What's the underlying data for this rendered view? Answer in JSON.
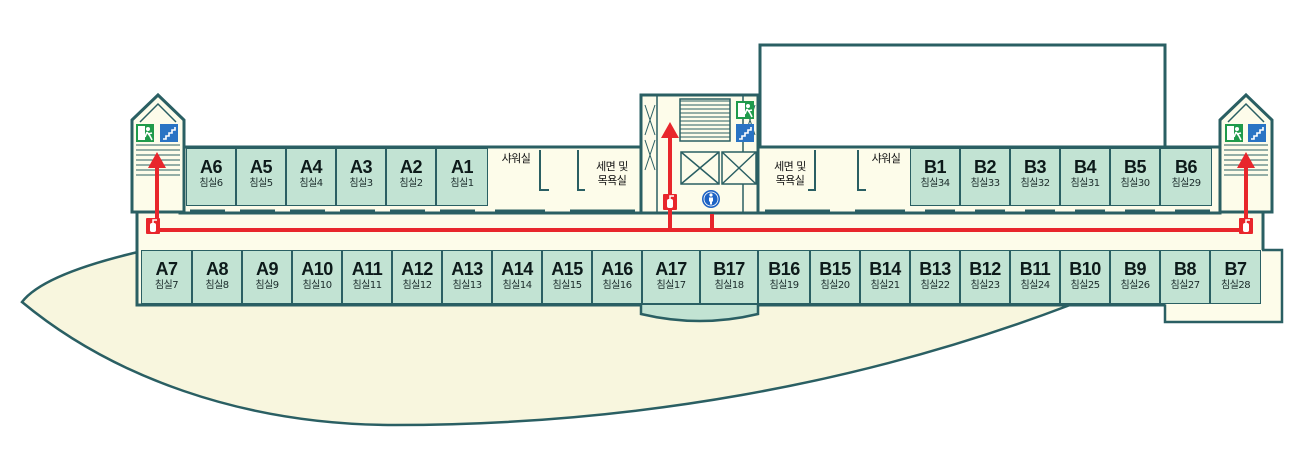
{
  "map": {
    "top_rooms_left": [
      {
        "code": "A6",
        "name": "침실6"
      },
      {
        "code": "A5",
        "name": "침실5"
      },
      {
        "code": "A4",
        "name": "침실4"
      },
      {
        "code": "A3",
        "name": "침실3"
      },
      {
        "code": "A2",
        "name": "침실2"
      },
      {
        "code": "A1",
        "name": "침실1"
      }
    ],
    "top_rooms_right": [
      {
        "code": "B1",
        "name": "침실34"
      },
      {
        "code": "B2",
        "name": "침실33"
      },
      {
        "code": "B3",
        "name": "침실32"
      },
      {
        "code": "B4",
        "name": "침실31"
      },
      {
        "code": "B5",
        "name": "침실30"
      },
      {
        "code": "B6",
        "name": "침실29"
      }
    ],
    "bottom_rooms": [
      {
        "code": "A7",
        "name": "침실7"
      },
      {
        "code": "A8",
        "name": "침실8"
      },
      {
        "code": "A9",
        "name": "침실9"
      },
      {
        "code": "A10",
        "name": "침실10"
      },
      {
        "code": "A11",
        "name": "침실11"
      },
      {
        "code": "A12",
        "name": "침실12"
      },
      {
        "code": "A13",
        "name": "침실13"
      },
      {
        "code": "A14",
        "name": "침실14"
      },
      {
        "code": "A15",
        "name": "침실15"
      },
      {
        "code": "A16",
        "name": "침실16"
      },
      {
        "code": "A17",
        "name": "침실17"
      },
      {
        "code": "B17",
        "name": "침실18"
      },
      {
        "code": "B16",
        "name": "침실19"
      },
      {
        "code": "B15",
        "name": "침실20"
      },
      {
        "code": "B14",
        "name": "침실21"
      },
      {
        "code": "B13",
        "name": "침실22"
      },
      {
        "code": "B12",
        "name": "침실23"
      },
      {
        "code": "B11",
        "name": "침실24"
      },
      {
        "code": "B10",
        "name": "침실25"
      },
      {
        "code": "B9",
        "name": "침실26"
      },
      {
        "code": "B8",
        "name": "침실27"
      },
      {
        "code": "B7",
        "name": "침실28"
      }
    ],
    "facilities": {
      "shower_left": "샤워실",
      "shower_right": "샤워실",
      "washroom_left_line1": "세면 및",
      "washroom_left_line2": "목욕실",
      "washroom_right_line1": "세면 및",
      "washroom_right_line2": "목욕실"
    },
    "icons": {
      "exit_sign": "emergency-exit-icon",
      "stairs": "stairs-icon",
      "extinguisher": "fire-extinguisher-icon",
      "restroom": "restroom-icon",
      "elevator": "elevator-icon"
    },
    "colors": {
      "wall": "#2a5f63",
      "room_fill": "#c2e3d3",
      "corridor_fill": "#fdfcea",
      "garden_fill": "#f8f6de",
      "evacuation_route": "#e8262c",
      "exit_green": "#1f9a4b",
      "stairs_blue": "#2a74c4"
    }
  }
}
